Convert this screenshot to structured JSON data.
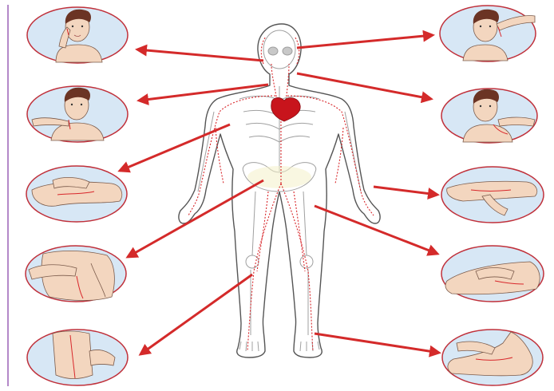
{
  "diagram": {
    "colors": {
      "frame_line": "#b388c8",
      "artery": "#d8262a",
      "arrow": "#d42a2a",
      "heart": "#c8141c",
      "body_outline": "#555555",
      "body_fill": "#ffffff",
      "skeleton": "#9a9a9a",
      "circle_fill": "#d7e7f5",
      "circle_border": "#c0303a",
      "skin": "#f3d6bf",
      "hair": "#6b3424"
    },
    "pulse_points": [
      {
        "id": "temporal",
        "side": "left"
      },
      {
        "id": "facial",
        "side": "right"
      },
      {
        "id": "carotid-left",
        "side": "left"
      },
      {
        "id": "carotid-right",
        "side": "right"
      },
      {
        "id": "brachial",
        "side": "left"
      },
      {
        "id": "radial",
        "side": "right"
      },
      {
        "id": "femoral",
        "side": "left"
      },
      {
        "id": "popliteal",
        "side": "right"
      },
      {
        "id": "posterior-tibial",
        "side": "left"
      },
      {
        "id": "dorsalis-pedis",
        "side": "right"
      }
    ]
  }
}
